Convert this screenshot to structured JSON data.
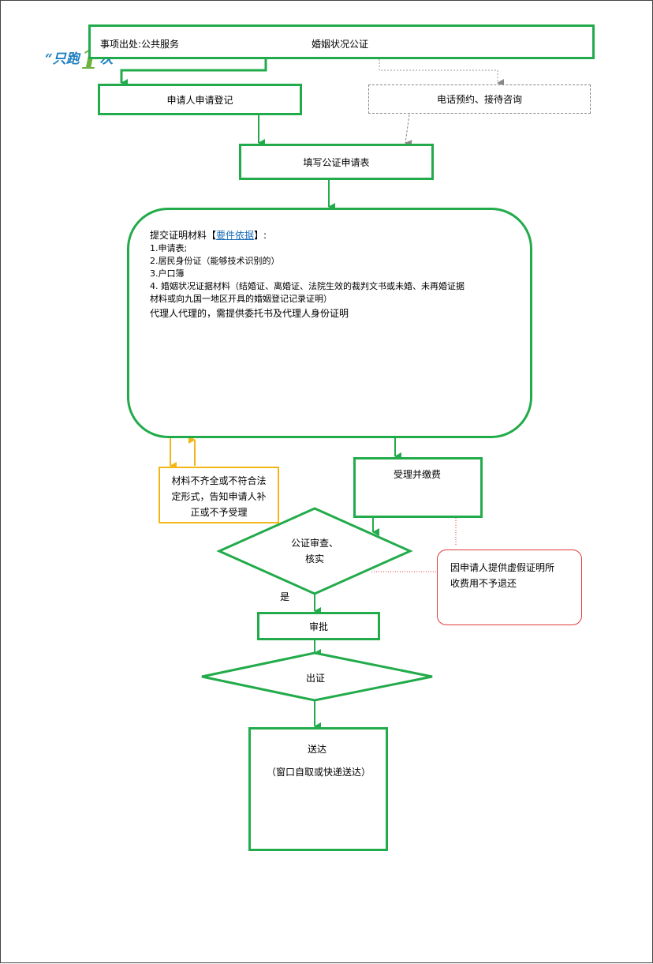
{
  "header": {
    "item_source": "事项出处:公共服务",
    "item_name": "婚姻状况公证"
  },
  "logo": {
    "text_prefix": "“只跑",
    "text_number": "1",
    "text_suffix": "次”"
  },
  "steps": {
    "apply": "申请人申请登记",
    "phone": "电话预约、接待咨询",
    "fill_form": "填写公证申请表",
    "accept": "受理并缴费",
    "review_line1": "公证审查、",
    "review_line2": "核实",
    "approve": "审批",
    "issue": "出证",
    "deliver_title": "送达",
    "deliver_note": "（窗口自取或快递送达）"
  },
  "materials": {
    "title_prefix": "提交证明材料【",
    "title_link": "要件依据",
    "title_suffix": "】:",
    "items": [
      "1.申请表;",
      "2.居民身份证（能够技术识别的）",
      "3.户口簿",
      "4. 婚姻状况证据材料（结婚证、离婚证、法院生效的裁判文书或未婚、未再婚证据",
      "材料或向九国一地区开具的婚姻登记记录证明）"
    ],
    "agent_note": "代理人代理的，需提供委托书及代理人身份证明"
  },
  "reject_box": {
    "lines": [
      "材料不齐全或不符合法",
      "定形式，告知申请人补",
      "正或不予受理"
    ]
  },
  "refund_box": {
    "lines": [
      "因申请人提供虚假证明所",
      "收费用不予退还"
    ]
  },
  "labels": {
    "yes": "是"
  },
  "colors": {
    "flow_green": "#22ab4a",
    "correction_yellow": "#f2b617",
    "refund_red": "#e23a3a",
    "dashed_gray": "#888888",
    "logo_blue": "#1e7fc0",
    "logo_green": "#6db33f",
    "link_blue": "#1b6fb8"
  }
}
